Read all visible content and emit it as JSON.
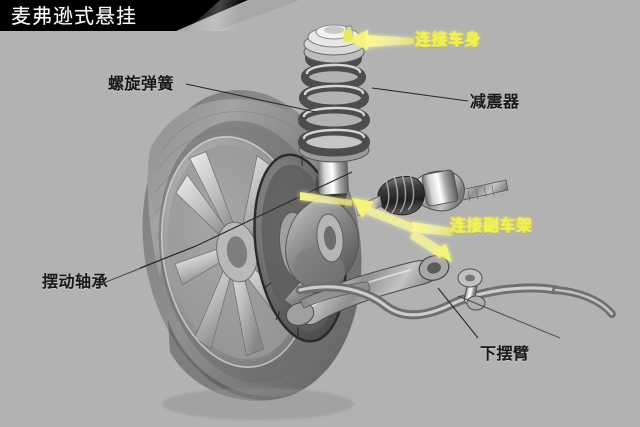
{
  "banner": {
    "title": "麦弗逊式悬挂"
  },
  "diagram": {
    "subject": "麦弗逊式悬挂",
    "background_color": "#b2b2b2",
    "banner_color": "#000000",
    "banner_text_color": "#ffffff",
    "callout_dark_color": "#18181a",
    "callout_highlight_color": "#f2f24a"
  },
  "callouts": [
    {
      "id": "coil-spring",
      "label": "螺旋弹簧",
      "style": "dark",
      "leader": "line-right-down"
    },
    {
      "id": "shock-absorber",
      "label": "减震器",
      "style": "dark",
      "leader": "line-left-up"
    },
    {
      "id": "swing-bearing",
      "label": "摆动轴承",
      "style": "dark",
      "leader": "line-right-up"
    },
    {
      "id": "lower-control-arm",
      "label": "下摆臂",
      "style": "dark",
      "leader": "line-left-up"
    },
    {
      "id": "connect-to-body",
      "label": "连接车身",
      "style": "highlight",
      "leader": "arrow-left"
    },
    {
      "id": "connect-to-subframe",
      "label": "连接副车架",
      "style": "highlight",
      "leader": "arrow-branch-left"
    }
  ],
  "components": [
    {
      "id": "tire",
      "name": "tire"
    },
    {
      "id": "alloy-wheel",
      "name": "alloy-wheel"
    },
    {
      "id": "brake-disc",
      "name": "brake-disc"
    },
    {
      "id": "strut-top-mount",
      "name": "strut-top-mount"
    },
    {
      "id": "coil-spring",
      "name": "coil-spring"
    },
    {
      "id": "damper-body",
      "name": "damper-body"
    },
    {
      "id": "steering-knuckle",
      "name": "steering-knuckle"
    },
    {
      "id": "drive-shaft",
      "name": "drive-shaft"
    },
    {
      "id": "cv-joint-boot",
      "name": "cv-joint-boot"
    },
    {
      "id": "lower-control-arm",
      "name": "lower-control-arm"
    },
    {
      "id": "anti-roll-bar",
      "name": "anti-roll-bar"
    },
    {
      "id": "stabilizer-link",
      "name": "stabilizer-link"
    }
  ]
}
